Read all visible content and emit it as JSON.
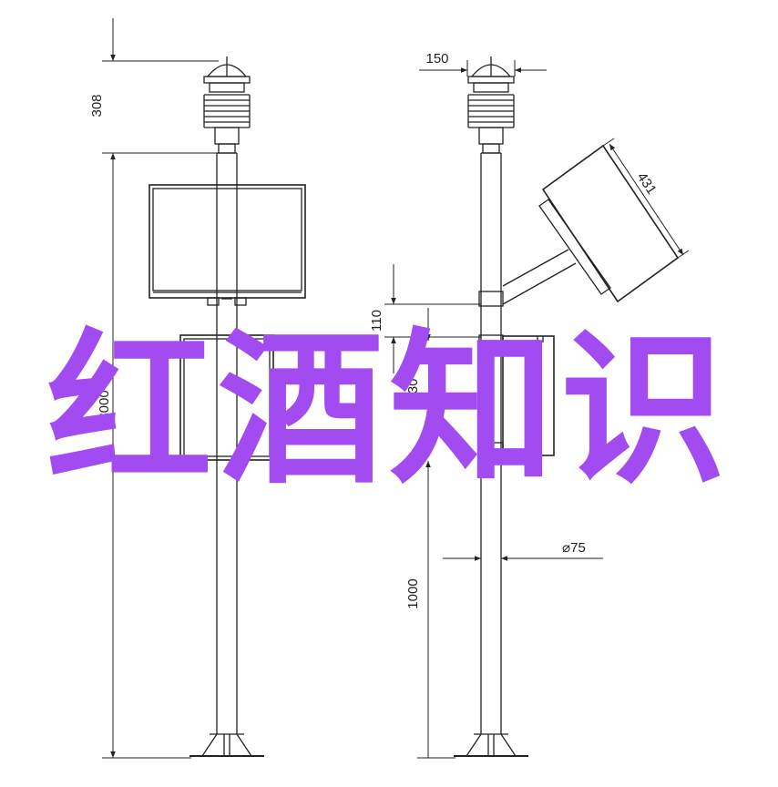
{
  "dimensions": {
    "sensor_height": "308",
    "total_height": "3000",
    "sensor_width": "150",
    "panel_size": "431",
    "gap_110": "110",
    "box_height": "330",
    "pole_diameter": "⌀75",
    "base_height": "1000"
  },
  "watermark": {
    "text": "红酒知识",
    "color": "#a24bf0"
  }
}
